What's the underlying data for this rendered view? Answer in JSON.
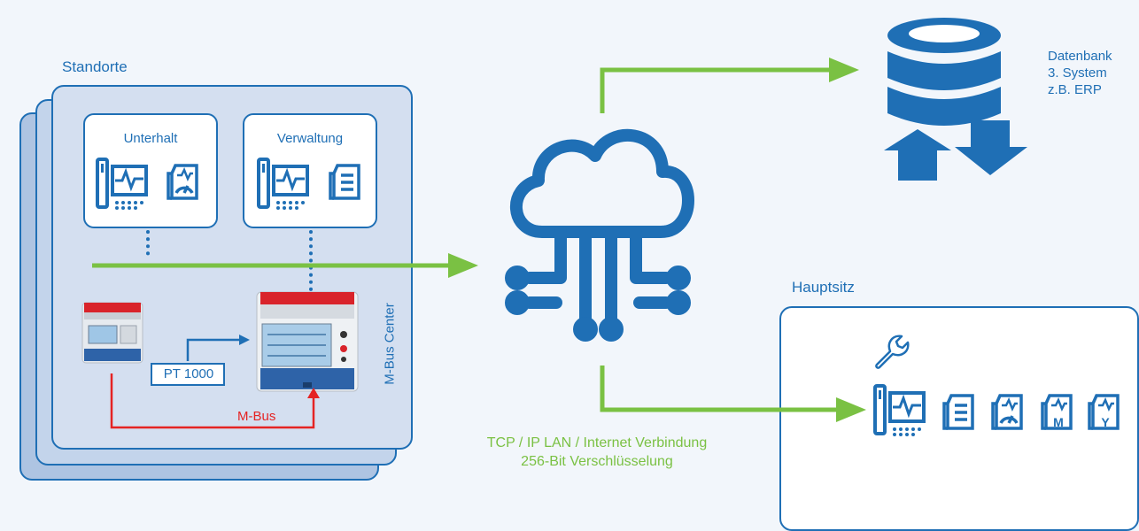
{
  "site": {
    "title": "Standorte",
    "unterhalt": "Unterhalt",
    "verwaltung": "Verwaltung",
    "mbus_center_label": "M-Bus Center",
    "pt1000": "PT 1000",
    "mbus": "M-Bus"
  },
  "connection": {
    "line1": "TCP / IP LAN / Internet Verbindung",
    "line2": "256-Bit Verschlüsselung"
  },
  "database": {
    "line1": "Datenbank",
    "line2": "3. System",
    "line3": "z.B. ERP"
  },
  "hq": {
    "title": "Hauptsitz"
  },
  "colors": {
    "blue": "#1f6fb5",
    "green": "#7ac143",
    "red": "#e52323",
    "panel": "#d4dff0"
  },
  "icons": [
    "computer-monitor-icon",
    "document-icon",
    "gauge-report-icon",
    "monthly-report-icon",
    "yearly-report-icon",
    "wrench-icon",
    "cloud-network-icon",
    "database-sync-icon",
    "mbus-device-icon"
  ]
}
